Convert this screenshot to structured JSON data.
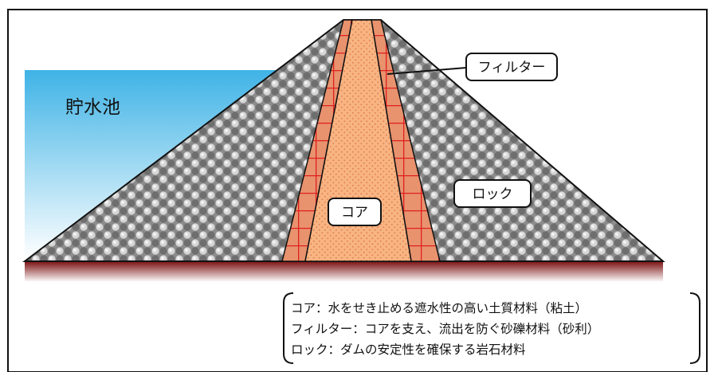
{
  "labels": {
    "reservoir": "貯水池",
    "filter": "フィルター",
    "rock": "ロック",
    "core": "コア"
  },
  "legend": [
    "コア：水をせき止める遮水性の高い土質材料（粘土）",
    "フィルター：コアを支え、流出を防ぐ砂礫材料（砂利）",
    "ロック：ダムの安定性を確保する岩石材料"
  ],
  "colors": {
    "water_top": "#3fb3e6",
    "water_bottom": "#ffffff",
    "rock_base": "#8a8a8a",
    "filter_fill": "#e8926e",
    "filter_grid": "#e02020",
    "core_fill": "#f8b483",
    "core_dots": "#e07a48",
    "foundation_top": "#7a1010",
    "outline": "#111111"
  }
}
